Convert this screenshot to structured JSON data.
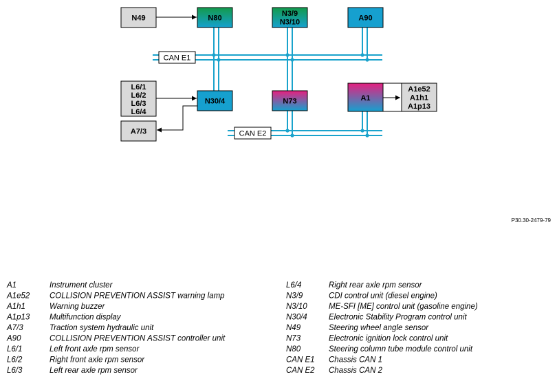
{
  "diagram": {
    "blocks": {
      "n49": "N49",
      "n80": "N80",
      "n39": [
        "N3/9",
        "N3/10"
      ],
      "a90": "A90",
      "l6": [
        "L6/1",
        "L6/2",
        "L6/3",
        "L6/4"
      ],
      "n304": "N30/4",
      "n73": "N73",
      "a1": "A1",
      "a1sub": [
        "A1e52",
        "A1h1",
        "A1p13"
      ],
      "a73": "A7/3"
    },
    "can_e1": "CAN E1",
    "can_e2": "CAN E2",
    "reference": "P30.30-2479-79"
  },
  "legend": {
    "left": [
      {
        "code": "A1",
        "desc": "Instrument cluster"
      },
      {
        "code": "A1e52",
        "desc": "COLLISION PREVENTION ASSIST warning lamp"
      },
      {
        "code": "A1h1",
        "desc": "Warning buzzer"
      },
      {
        "code": "A1p13",
        "desc": "Multifunction display"
      },
      {
        "code": "A7/3",
        "desc": "Traction system hydraulic unit"
      },
      {
        "code": "A90",
        "desc": "COLLISION PREVENTION ASSIST controller unit"
      },
      {
        "code": "L6/1",
        "desc": "Left front axle rpm sensor"
      },
      {
        "code": "L6/2",
        "desc": "Right front axle rpm sensor"
      },
      {
        "code": "L6/3",
        "desc": "Left rear axle rpm sensor"
      }
    ],
    "right": [
      {
        "code": "L6/4",
        "desc": "Right rear axle rpm sensor"
      },
      {
        "code": "N3/9",
        "desc": "CDI control unit (diesel engine)"
      },
      {
        "code": "N3/10",
        "desc": "ME-SFI [ME] control unit (gasoline engine)"
      },
      {
        "code": "N30/4",
        "desc": "Electronic Stability Program control unit"
      },
      {
        "code": "N49",
        "desc": "Steering wheel angle sensor"
      },
      {
        "code": "N73",
        "desc": "Electronic ignition lock control unit"
      },
      {
        "code": "N80",
        "desc": "Steering column tube module control unit"
      },
      {
        "code": "CAN E1",
        "desc": "Chassis CAN 1"
      },
      {
        "code": "CAN E2",
        "desc": "Chassis CAN 2"
      }
    ]
  },
  "colors": {
    "bus": "#1aa3cc",
    "box_gray": "#d9d9d9",
    "blue_box": "#16a0cf",
    "green_top": "#139a4b",
    "magenta_top": "#e6207f",
    "line": "#000000"
  }
}
